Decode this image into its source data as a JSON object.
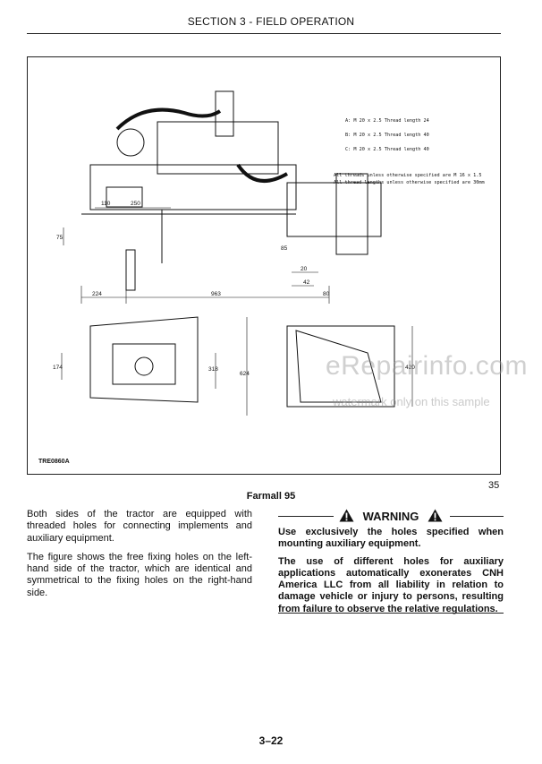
{
  "header": {
    "section_title": "SECTION 3 - FIELD OPERATION"
  },
  "figure": {
    "code": "TRE0860A",
    "number": "35",
    "caption": "Farmall 95",
    "thread_notes": [
      "A: M 20 x 2.5 Thread length 24",
      "B: M 20 x 2.5 Thread length 40",
      "C: M 20 x 2.5 Thread length 40"
    ],
    "general_notes": [
      "All threads unless otherwise specified are M 16 x 1.5",
      "All thread lengths unless otherwise specified are 30mm"
    ],
    "dimensions": {
      "d110": "110",
      "d250": "250",
      "d75": "75",
      "d224": "224",
      "d963": "963",
      "d80": "80",
      "d20": "20",
      "d42": "42",
      "d85": "85",
      "d174": "174",
      "d318": "318",
      "d624": "624",
      "d420": "420"
    }
  },
  "body": {
    "left_paragraphs": [
      "Both sides of the tractor are equipped with threaded holes for connecting implements and auxiliary equipment.",
      "The figure shows the free fixing holes on the left-hand side of the tractor, which are identical and symmetrical to the fixing holes on the right-hand side."
    ],
    "warning_title": "WARNING",
    "warning_paragraphs": [
      "Use exclusively the holes specified when mounting auxiliary equipment.",
      "The use of different holes for auxiliary applications automatically exonerates CNH America LLC from all liability in relation to damage vehicle or injury to persons, resulting from failure to observe the relative regulations."
    ]
  },
  "watermark": {
    "main": "eRepairinfo.com",
    "sub": "watermark only on this sample"
  },
  "footer": {
    "page_number": "3–22"
  }
}
